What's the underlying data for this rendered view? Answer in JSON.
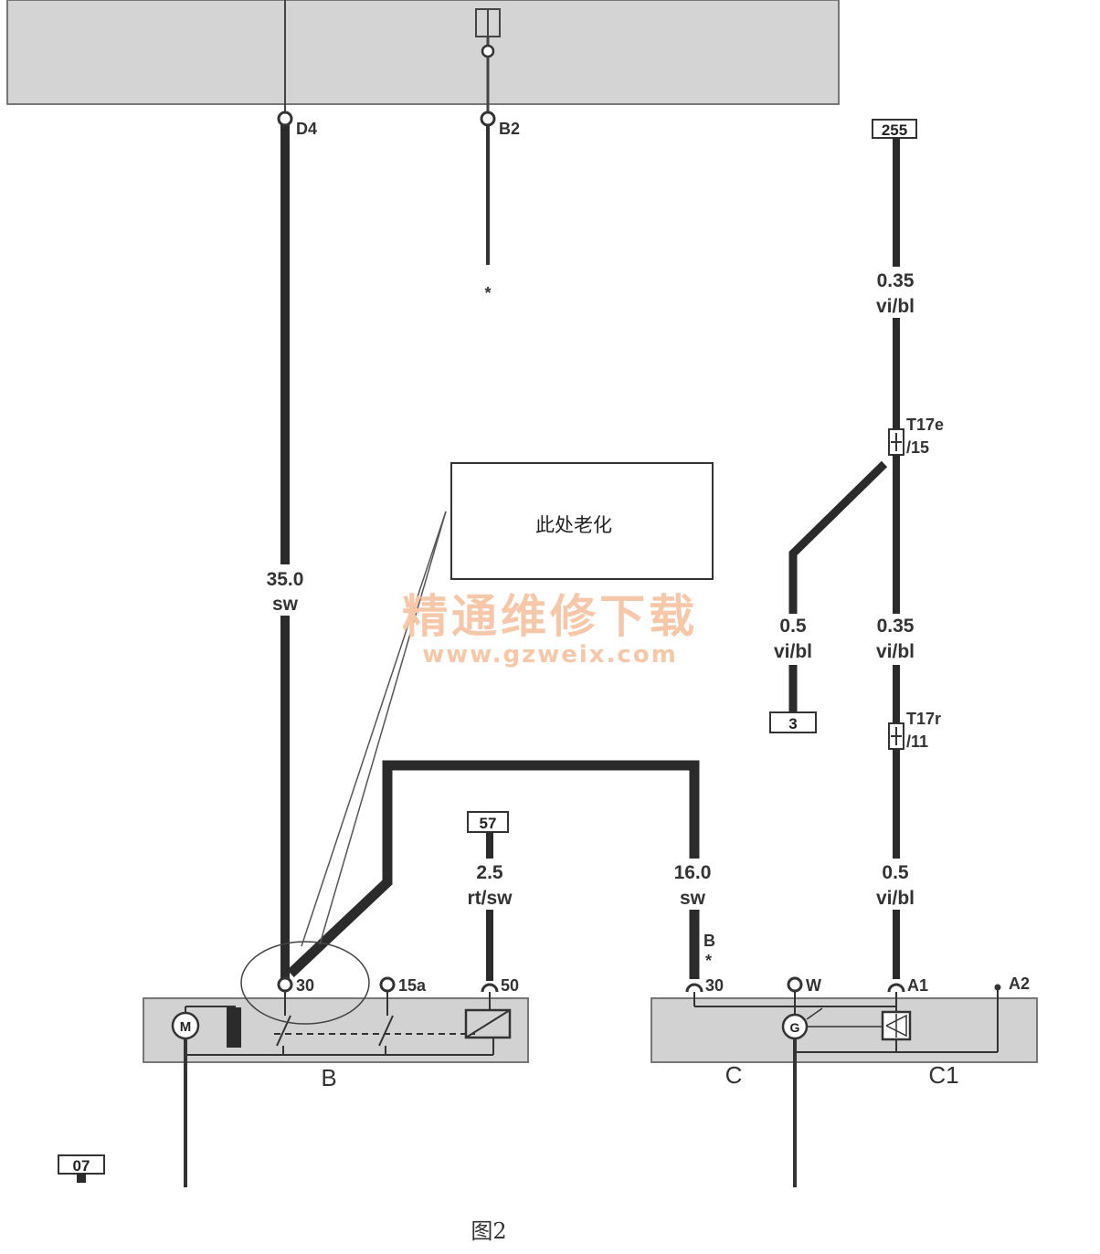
{
  "caption": "图2",
  "note": "此处老化",
  "watermark": {
    "title": "精通维修下载",
    "url": "www.gzweix.com"
  },
  "connectors": {
    "d4": "D4",
    "b2": "B2",
    "t17e_a": "T17e",
    "t17e_b": "/15",
    "t17r_a": "T17r",
    "t17r_b": "/11",
    "b_star_a": "B",
    "b_star_b": "*",
    "star": "*"
  },
  "references": {
    "r255": "255",
    "r3": "3",
    "r57": "57",
    "r07": "07"
  },
  "wires": {
    "w35": {
      "size": "35.0",
      "color": "sw"
    },
    "w035_top": {
      "size": "0.35",
      "color": "vi/bl"
    },
    "w05_left": {
      "size": "0.5",
      "color": "vi/bl"
    },
    "w035_mid": {
      "size": "0.35",
      "color": "vi/bl"
    },
    "w25": {
      "size": "2.5",
      "color": "rt/sw"
    },
    "w16": {
      "size": "16.0",
      "color": "sw"
    },
    "w05_bottom": {
      "size": "0.5",
      "color": "vi/bl"
    }
  },
  "pins": {
    "p30_b": "30",
    "p15a": "15a",
    "p50": "50",
    "p30_c": "30",
    "pw": "W",
    "pa1": "A1",
    "pa2": "A2"
  },
  "components": {
    "starter": "B",
    "alternator": "C",
    "regulator": "C1"
  },
  "symbols": {
    "motor": "M",
    "generator": "G"
  },
  "colors": {
    "module_fill": "#d2d2d2",
    "wire": "#2b2b2b",
    "watermark": "#f6c7a8"
  }
}
